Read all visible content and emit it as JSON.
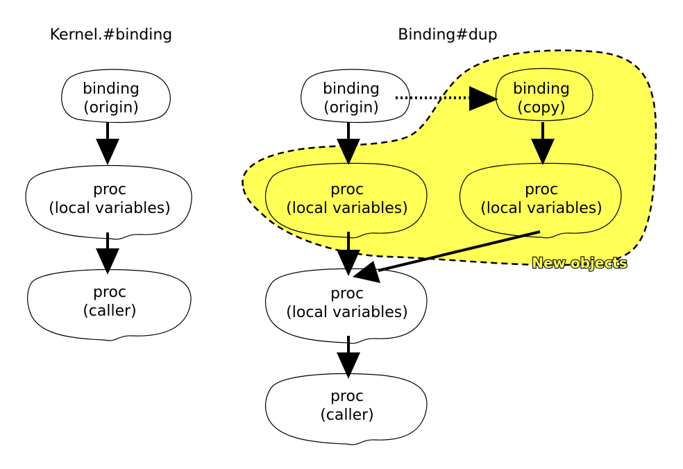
{
  "left_diagram": {
    "title": "Kernel.#binding",
    "nodes": [
      {
        "line1": "binding",
        "line2": "(origin)"
      },
      {
        "line1": "proc",
        "line2": "(local variables)"
      },
      {
        "line1": "proc",
        "line2": "(caller)"
      }
    ]
  },
  "right_diagram": {
    "title": "Binding#dup",
    "nodes": [
      {
        "line1": "binding",
        "line2": "(origin)"
      },
      {
        "line1": "binding",
        "line2": "(copy)"
      },
      {
        "line1": "proc",
        "line2": "(local variables)"
      },
      {
        "line1": "proc",
        "line2": "(local variables)"
      },
      {
        "line1": "proc",
        "line2": "(local variables)"
      },
      {
        "line1": "proc",
        "line2": "(caller)"
      }
    ],
    "region_label": "New objects",
    "region_color": "#ffff55"
  }
}
